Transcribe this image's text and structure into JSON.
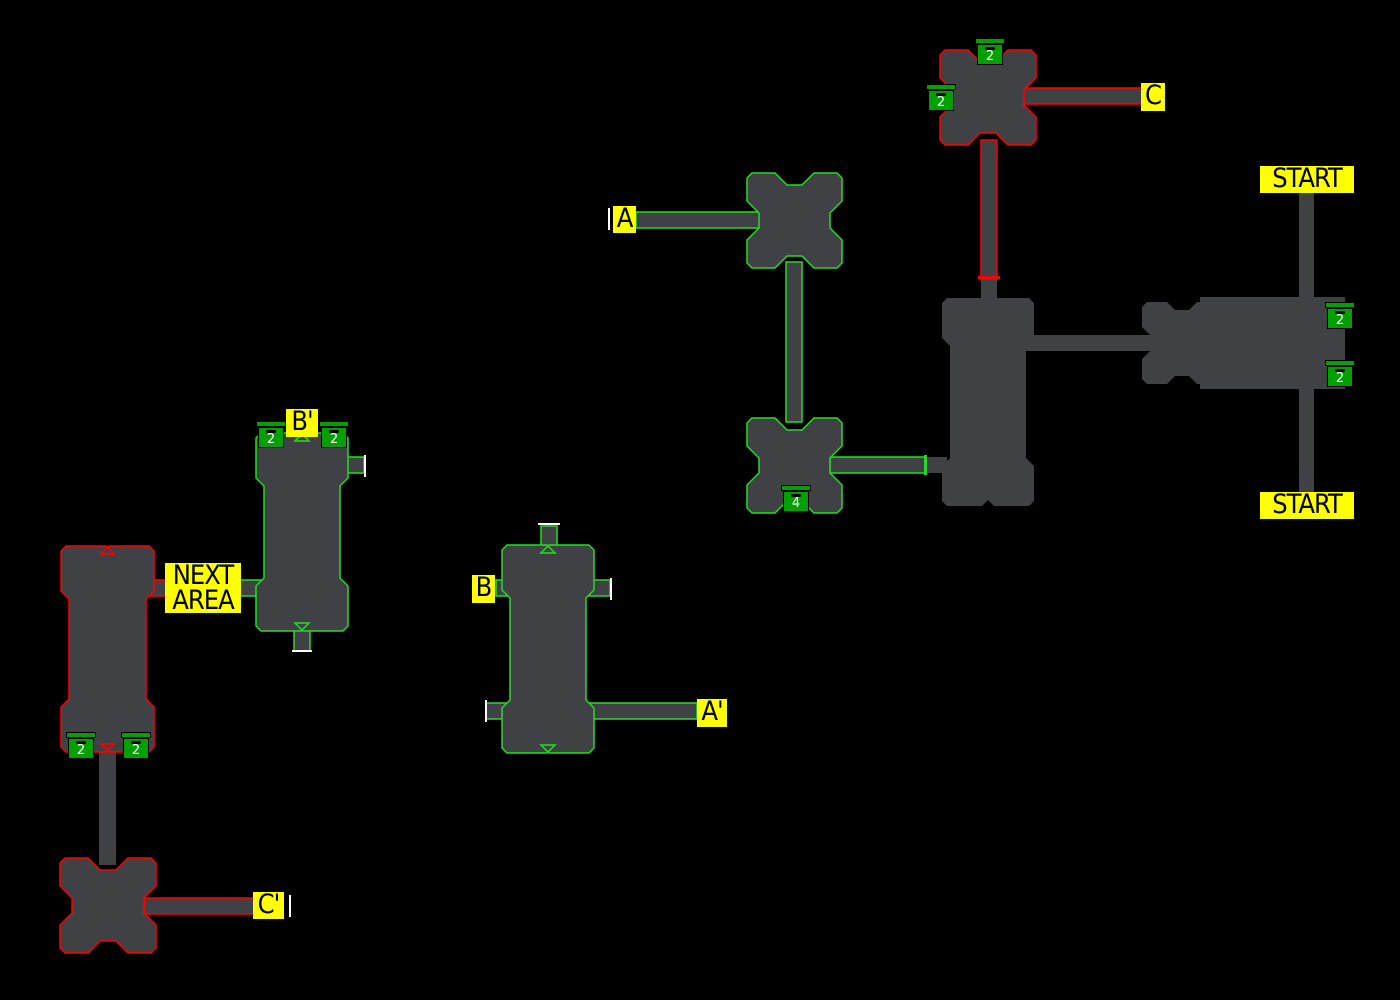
{
  "map": {
    "colors": {
      "room": "#3f4145",
      "cleared": "#22dd22",
      "danger": "#ff0000",
      "label": "#ffff00",
      "chest": "#00a000",
      "door": "#ffffff"
    },
    "labels": {
      "start_top": "START",
      "start_bottom": "START",
      "c": "C",
      "a": "A",
      "b": "B",
      "a_prime": "A'",
      "b_prime": "B'",
      "next_area": "NEXT\nAREA",
      "c_prime": "C'"
    },
    "chests": [
      {
        "count": "2"
      },
      {
        "count": "2"
      },
      {
        "count": "2"
      },
      {
        "count": "2"
      },
      {
        "count": "4"
      },
      {
        "count": "2"
      },
      {
        "count": "2"
      },
      {
        "count": "2"
      },
      {
        "count": "2"
      }
    ]
  }
}
